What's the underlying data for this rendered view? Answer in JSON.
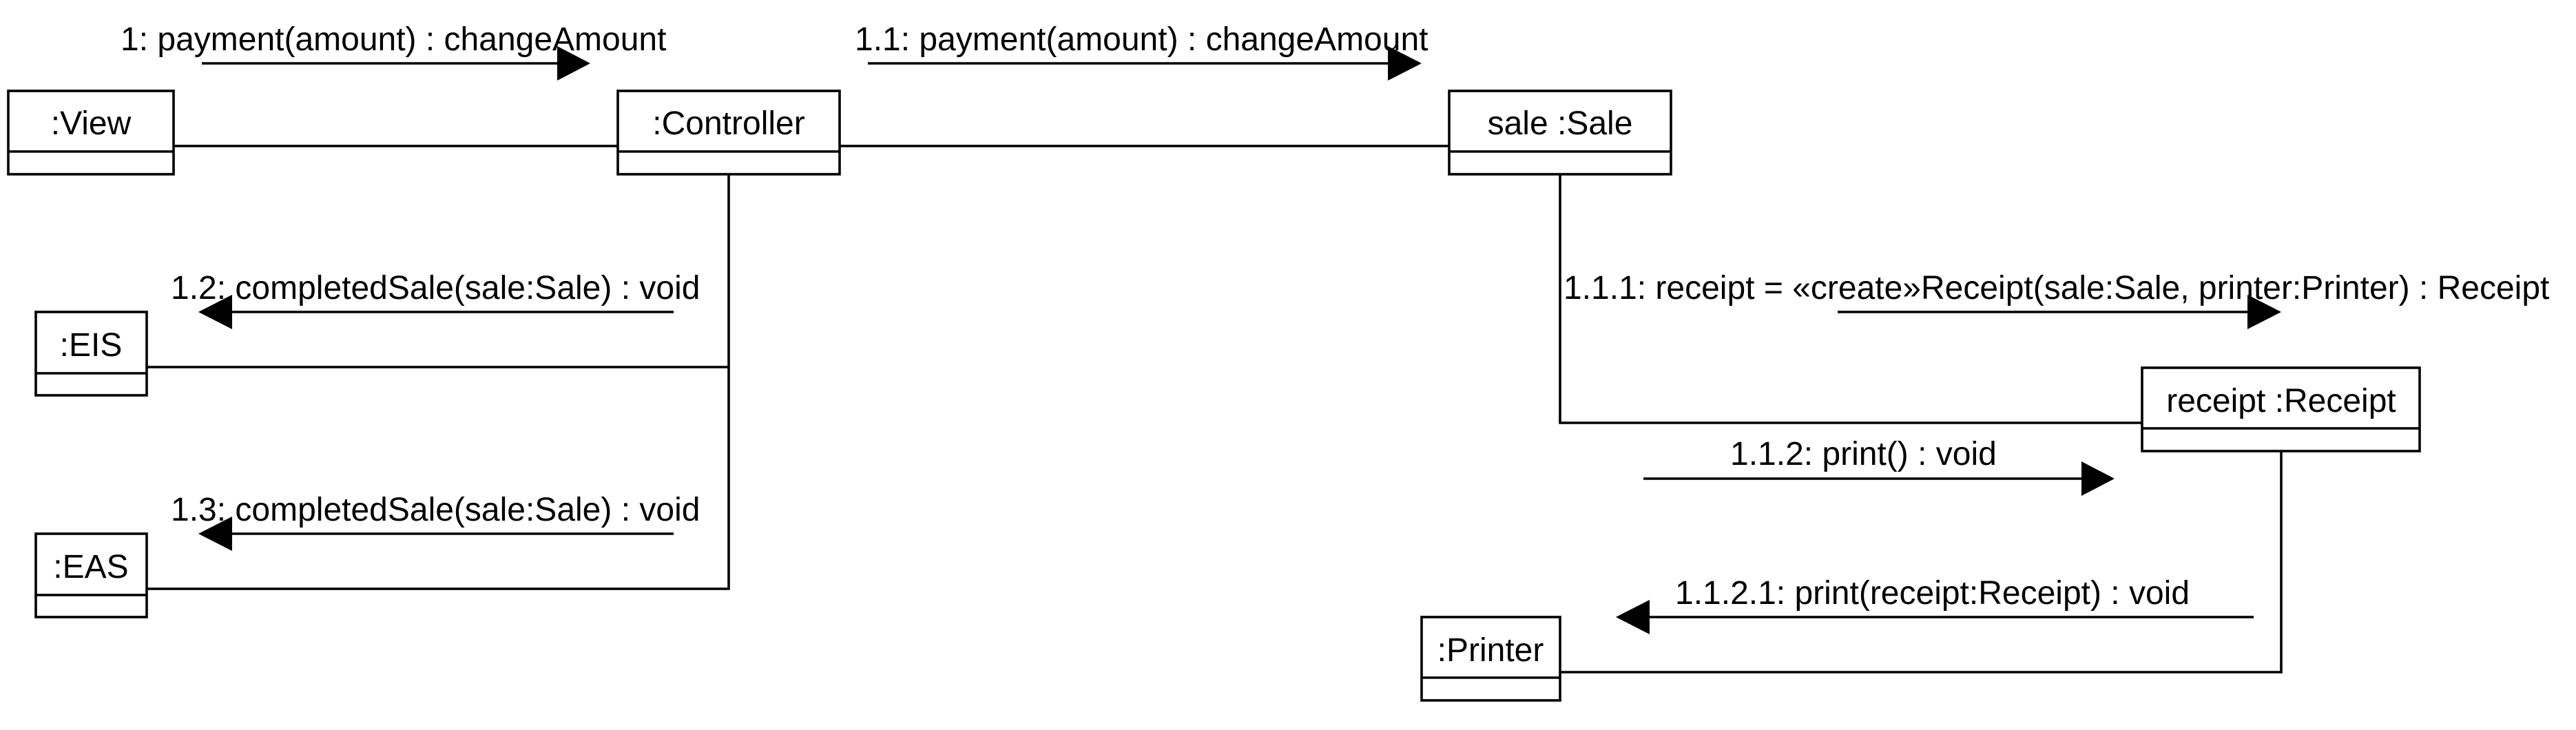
{
  "objects": {
    "view": ":View",
    "controller": ":Controller",
    "sale": "sale :Sale",
    "eis": ":EIS",
    "eas": ":EAS",
    "receipt": "receipt :Receipt",
    "printer": ":Printer"
  },
  "messages": {
    "m1": "1: payment(amount) : changeAmount",
    "m1_1": "1.1: payment(amount) : changeAmount",
    "m1_2": "1.2: completedSale(sale:Sale) : void",
    "m1_3": "1.3: completedSale(sale:Sale) : void",
    "m1_1_1": "1.1.1: receipt = «create»Receipt(sale:Sale, printer:Printer) : Receipt",
    "m1_1_2": "1.1.2: print() : void",
    "m1_1_2_1": "1.1.2.1: print(receipt:Receipt) : void"
  }
}
